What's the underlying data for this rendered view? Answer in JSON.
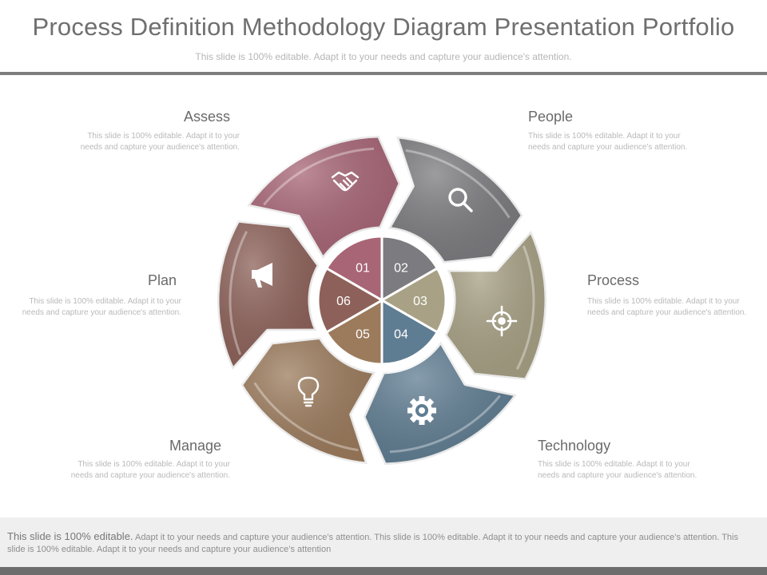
{
  "header": {
    "title": "Process Definition Methodology Diagram Presentation Portfolio",
    "subtitle": "This slide is 100% editable. Adapt it to your needs and capture your audience's attention."
  },
  "segments": [
    {
      "label": "Assess",
      "number": "01",
      "color": "#a86576",
      "icon": "handshake-icon",
      "desc": "This slide is 100% editable. Adapt it to your needs and capture your audience's attention."
    },
    {
      "label": "People",
      "number": "02",
      "color": "#7c7b7f",
      "icon": "search-icon",
      "desc": "This slide is 100% editable. Adapt it to your needs and capture your audience's attention."
    },
    {
      "label": "Process",
      "number": "03",
      "color": "#a8a185",
      "icon": "target-icon",
      "desc": "This slide is 100% editable. Adapt it to your needs and capture your audience's attention."
    },
    {
      "label": "Technology",
      "number": "04",
      "color": "#5f7d92",
      "icon": "gear-icon",
      "desc": "This slide is 100% editable. Adapt it to your needs and capture your audience's attention."
    },
    {
      "label": "Manage",
      "number": "05",
      "color": "#9c7b5c",
      "icon": "lightbulb-icon",
      "desc": "This slide is 100% editable. Adapt it to your needs and capture your audience's attention."
    },
    {
      "label": "Plan",
      "number": "06",
      "color": "#8d6159",
      "icon": "megaphone-icon",
      "desc": "This slide is 100% editable. Adapt it to your needs and capture your audience's attention."
    }
  ],
  "footer": {
    "lead": "This slide is 100% editable.",
    "text": " Adapt it to your needs and capture your audience’s attention. This slide is 100% editable. Adapt it to your needs and capture your audience’s attention. This slide is 100% editable. Adapt it to your needs and capture your audience’s attention"
  }
}
